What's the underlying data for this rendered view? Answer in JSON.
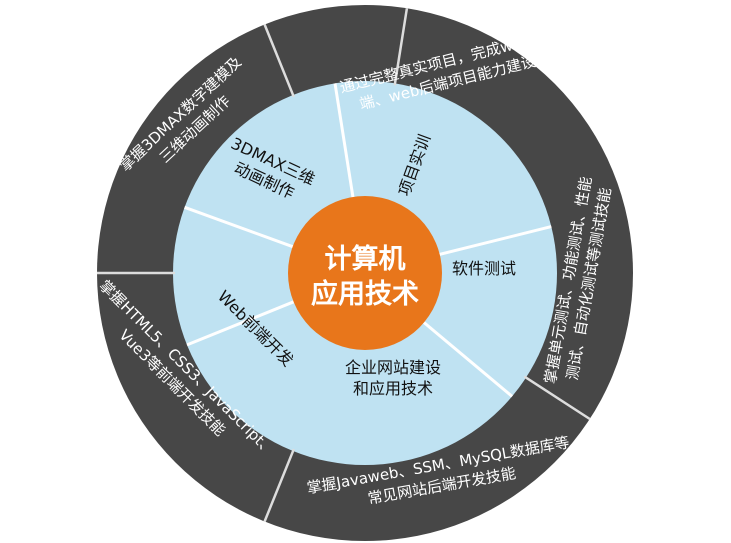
{
  "center": {
    "line1": "计算机",
    "line2": "应用技术"
  },
  "modules": [
    {
      "inner_lines": [
        "项目实训"
      ],
      "outer_lines": [
        "通过完整真实项目，完成web前",
        "端、web后端项目能力建设"
      ]
    },
    {
      "inner_lines": [
        "软件测试"
      ],
      "outer_lines": [
        "掌握单元测试、功能测试、性能",
        "测试、自动化测试等测试技能"
      ]
    },
    {
      "inner_lines": [
        "企业网站建设",
        "和应用技术"
      ],
      "outer_lines": [
        "掌握Javaweb、SSM、MySQL数据库等",
        "常见网站后端开发技能"
      ]
    },
    {
      "inner_lines": [
        "Web前端开发"
      ],
      "outer_lines": [
        "掌握HTML5、CSS3、JavaScript、",
        "Vue3等前端开发技能"
      ]
    },
    {
      "inner_lines": [
        "3DMAX三维",
        "动画制作"
      ],
      "outer_lines": [
        "掌握3DMAX数字建模及",
        "三维动画制作"
      ]
    }
  ],
  "colors": {
    "outer_ring": "#474747",
    "inner_ring": "#bfe2f2",
    "center": "#e8761b"
  }
}
